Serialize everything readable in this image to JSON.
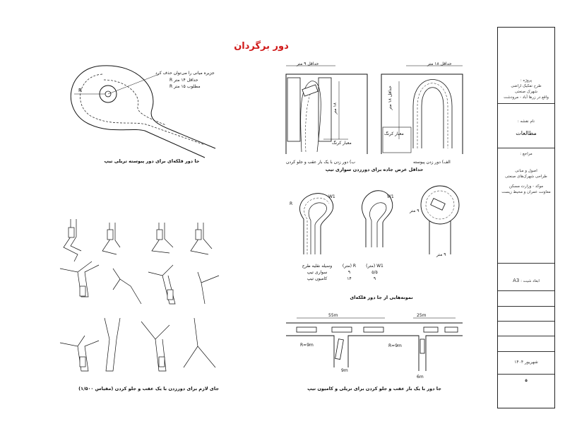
{
  "title": "دور برگردان",
  "fig1": {
    "caption": "جا دور فلکه‌ای برای دور پیوسته تریلی تیپ",
    "note_line1": "جزیره میانی را می‌توان حذف کرد",
    "note_line2": "حداقل ۱۴ متر R",
    "note_line3": "مطلوب ۱۵ متر R",
    "r_label": "R"
  },
  "fig2": {
    "caption": "حداقل عرض جاده برای دورزدن سواری تیپ",
    "dim_top_left": "حداقل ۹ متر",
    "dim_top_right": "حداقل ۱۸ متر",
    "dim_side_left": "۱۸ متر",
    "dim_side_right": "حداقل ۱۸ متر",
    "curb_left": "معبار کرنگ",
    "curb_right": "معبار کرنگ",
    "sub_a": "الف) دور زدن پیوسته",
    "sub_b": "ب) دور زدن با یک بار عقب و جلو کردن"
  },
  "fig3": {
    "caption": "نمونه‌هایی از جا دور فلکه‌ای",
    "r_label": "R",
    "w1_left": "W1",
    "w1_mid": "W1",
    "dim_right": "۹ متر",
    "dim_bottom": "۹ متر",
    "table_header": [
      "W1 (متر)",
      "R (متر)",
      "وسیله نقلیه طرح"
    ],
    "table_rows": [
      [
        "۵/۵",
        "۹",
        "سواری تیپ"
      ],
      [
        "۹",
        "۱۴",
        "کامیون تیپ"
      ]
    ]
  },
  "fig4": {
    "caption": "جای لازم برای دورزدن با یک عقب و جلو کردن (مقیاس ۱/۵۰۰)"
  },
  "fig5": {
    "caption": "جا دور با یک بار عقب و جلو کردن برای تریلی و کامیون تیپ",
    "dim_left_top": "55m",
    "dim_right_top": "25m",
    "r_left": "R=9m",
    "r_right": "R=9m",
    "dim_left_bottom": "9m",
    "dim_right_bottom": "6m"
  },
  "titleblock": {
    "line1": "پروژه :",
    "line2": "طرح تفکیک اراضی",
    "line3": "شهرک صنعتی",
    "line4": "واقع در زرها آباد - مرودشت",
    "line5": "نام نقشه :",
    "line6": "مطالعات",
    "line7": "مراجع :",
    "line8": "اصول و مبانی",
    "line9": "طراحی شهرک‌های صنعتی",
    "line10": "موکد - وزارت مسکن",
    "line11": "معاونت عمران و محیط زیست",
    "sheet_label": "ابعاد شیت :",
    "sheet_value": "A3",
    "date": "شهریور ۱۴۰۴",
    "page": "۵"
  }
}
